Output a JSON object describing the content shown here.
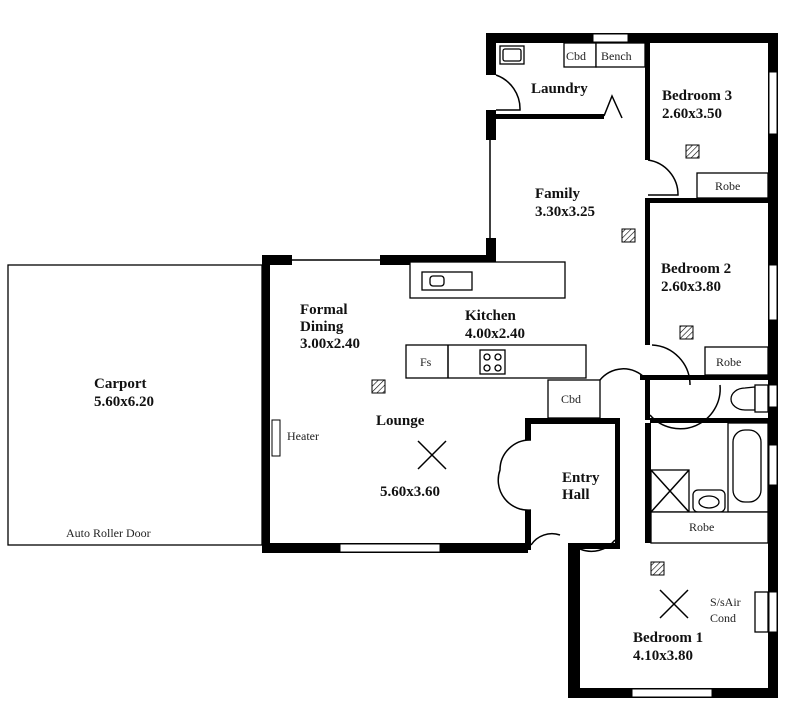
{
  "rooms": {
    "carport": {
      "name": "Carport",
      "size": "5.60x6.20"
    },
    "formal_dining": {
      "name1": "Formal",
      "name2": "Dining",
      "size": "3.00x2.40"
    },
    "kitchen": {
      "name": "Kitchen",
      "size": "4.00x2.40"
    },
    "lounge": {
      "name": "Lounge",
      "size": "5.60x3.60"
    },
    "family": {
      "name": "Family",
      "size": "3.30x3.25"
    },
    "laundry": {
      "name": "Laundry"
    },
    "bedroom3": {
      "name": "Bedroom 3",
      "size": "2.60x3.50"
    },
    "bedroom2": {
      "name": "Bedroom 2",
      "size": "2.60x3.80"
    },
    "bedroom1": {
      "name": "Bedroom 1",
      "size": "4.10x3.80"
    },
    "entry_hall": {
      "name1": "Entry",
      "name2": "Hall"
    }
  },
  "labels": {
    "auto_roller_door": "Auto Roller Door",
    "heater": "Heater",
    "cbd_laundry": "Cbd",
    "bench": "Bench",
    "robe_bed3": "Robe",
    "robe_bed2": "Robe",
    "robe_bed1": "Robe",
    "cbd_hall": "Cbd",
    "fs": "Fs",
    "air_cond1": "S/sAir",
    "air_cond2": "Cond"
  }
}
